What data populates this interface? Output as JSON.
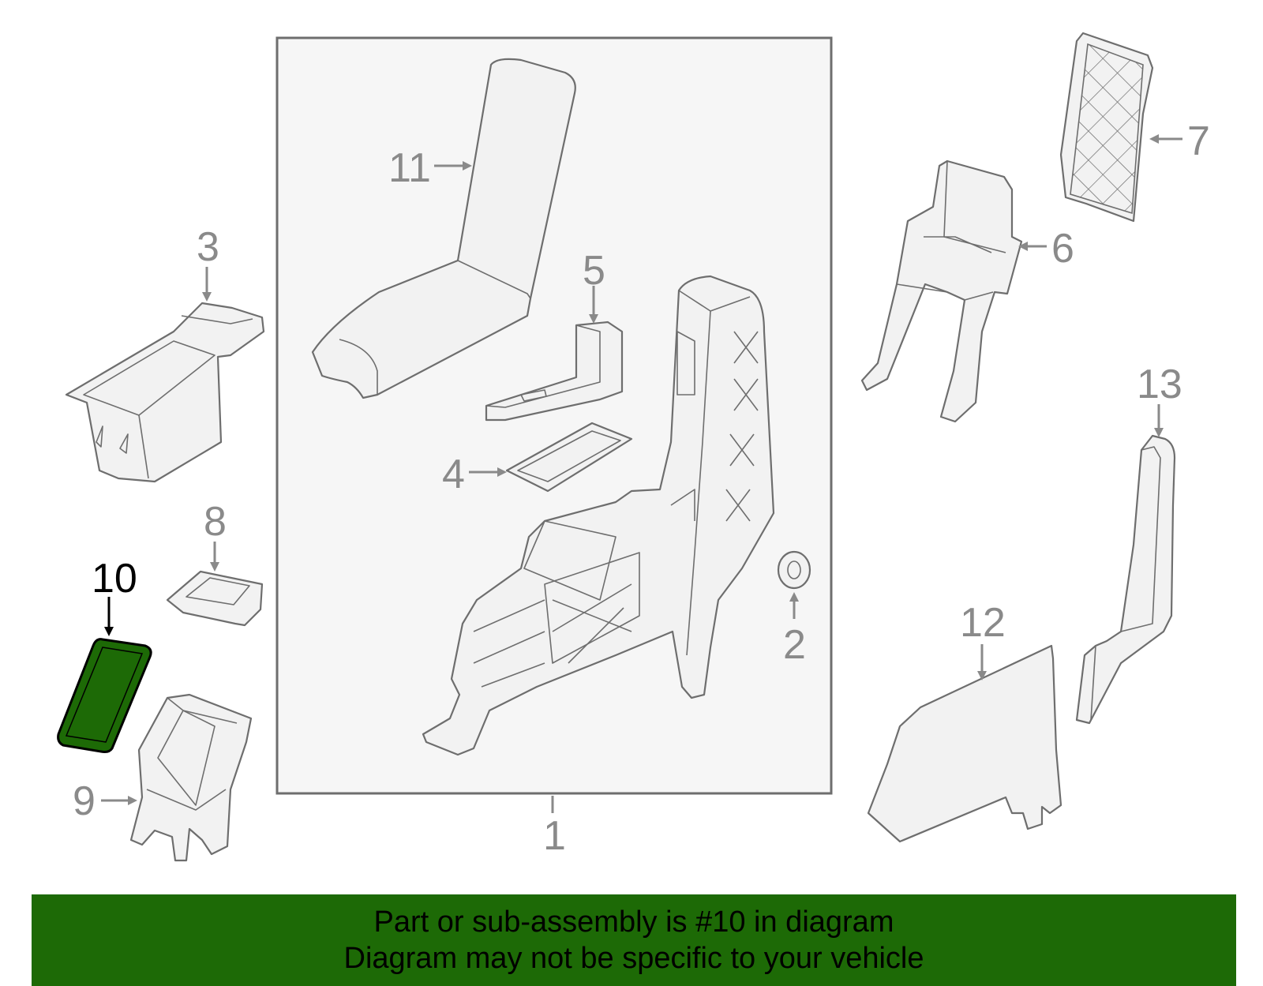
{
  "colors": {
    "highlight_fill": "#1d6a06",
    "outline": "#6e6e6e",
    "callout_text": "#8a8a8a",
    "banner_bg": "#1d6a06",
    "assembly_box_bg": "#f6f6f6"
  },
  "highlighted_part": "10",
  "callouts": {
    "c1": "1",
    "c2": "2",
    "c3": "3",
    "c4": "4",
    "c5": "5",
    "c6": "6",
    "c7": "7",
    "c8": "8",
    "c9": "9",
    "c10": "10",
    "c11": "11",
    "c12": "12",
    "c13": "13"
  },
  "banner": {
    "line1": "Part or sub-assembly is #10 in diagram",
    "line2": "Diagram may not be specific to your vehicle"
  }
}
